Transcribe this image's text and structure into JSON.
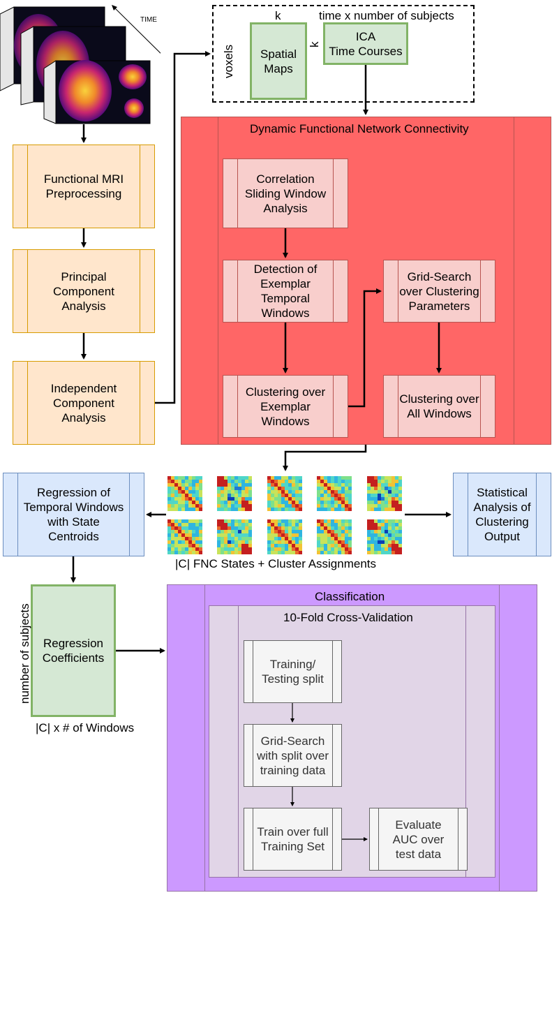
{
  "fmri_stack": {
    "time_label": "TIME"
  },
  "ica_box": {
    "k_top": "k",
    "time_subjects": "time x number of subjects",
    "voxels": "voxels",
    "k_side": "k",
    "spatial_maps": "Spatial\nMaps",
    "ica_time_courses": "ICA\nTime Courses"
  },
  "pipeline": {
    "preprocessing": "Functional MRI\nPreprocessing",
    "pca": "Principal\nComponent\nAnalysis",
    "ica": "Independent\nComponent\nAnalysis"
  },
  "dfnc": {
    "title": "Dynamic Functional Network Connectivity",
    "correlation": "Correlation\nSliding Window\nAnalysis",
    "detection": "Detection of\nExemplar\nTemporal\nWindows",
    "clustering_exemplar": "Clustering over\nExemplar\nWindows",
    "grid_search": "Grid-Search\nover Clustering\nParameters",
    "clustering_all": "Clustering over\nAll Windows"
  },
  "states": {
    "caption": "|C| FNC States + Cluster Assignments"
  },
  "regression": {
    "label": "Regression of\nTemporal Windows\nwith State\nCentroids"
  },
  "statistical": {
    "label": "Statistical\nAnalysis of\nClustering\nOutput"
  },
  "coefficients": {
    "label": "Regression\nCoefficients",
    "side_label": "number of subjects",
    "bottom_label": "|C| x # of Windows"
  },
  "classification": {
    "title": "Classification",
    "cv_title": "10-Fold Cross-Validation",
    "split": "Training/\nTesting split",
    "grid_search": "Grid-Search\nwith split over\ntraining data",
    "train_full": "Train over full\nTraining Set",
    "evaluate": "Evaluate\nAUC over\ntest data"
  },
  "colors": {
    "orange_fill": "#ffe6cc",
    "orange_stroke": "#d79b00",
    "red_fill": "#ff6666",
    "pink_fill": "#f8cecc",
    "blue_fill": "#dae8fc",
    "green_fill": "#d5e8d4",
    "purple_fill": "#cc99ff",
    "lilac_fill": "#e1d5e7"
  }
}
